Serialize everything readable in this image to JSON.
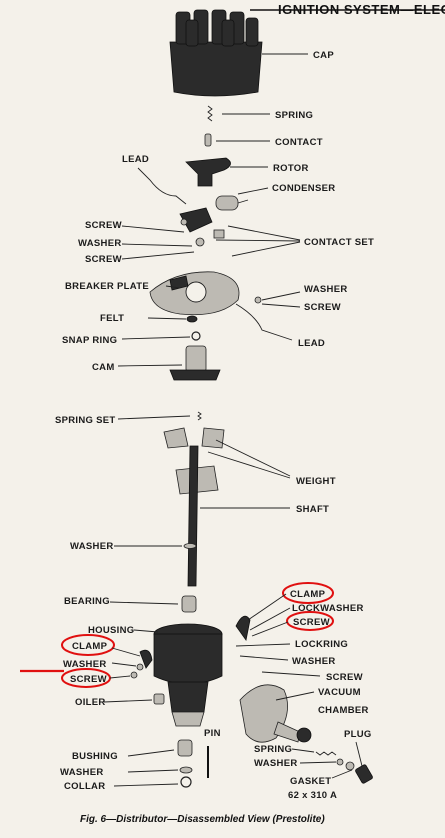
{
  "header": {
    "title": "IGNITION SYSTEM—ELEC"
  },
  "caption": "Fig. 6—Distributor—Disassembled View (Prestolite)",
  "labels": {
    "cap": "CAP",
    "spring_top": "SPRING",
    "contact": "CONTACT",
    "lead_top": "LEAD",
    "rotor": "ROTOR",
    "condenser": "CONDENSER",
    "screw_1": "SCREW",
    "washer_1": "WASHER",
    "contact_set": "CONTACT SET",
    "screw_2": "SCREW",
    "breaker_plate": "BREAKER PLATE",
    "washer_right": "WASHER",
    "screw_right": "SCREW",
    "felt": "FELT",
    "snap_ring": "SNAP RING",
    "lead_right": "LEAD",
    "cam": "CAM",
    "spring_set": "SPRING SET",
    "weight": "WEIGHT",
    "shaft": "SHAFT",
    "washer_shaft": "WASHER",
    "clamp_right": "CLAMP",
    "lockwasher": "LOCKWASHER",
    "screw_right_circled": "SCREW",
    "bearing": "BEARING",
    "housing": "HOUSING",
    "clamp_left": "CLAMP",
    "lockring": "LOCKRING",
    "washer_left": "WASHER",
    "washer_right_low": "WASHER",
    "screw_left_circled": "SCREW",
    "screw_right_low": "SCREW",
    "vacuum": "VACUUM",
    "oiler": "OILER",
    "chamber": "CHAMBER",
    "pin": "PIN",
    "plug": "PLUG",
    "bushing": "BUSHING",
    "spring_low": "SPRING",
    "washer_low": "WASHER",
    "washer_bottom": "WASHER",
    "gasket": "GASKET",
    "gasket_size": "62 x 310 A",
    "collar": "COLLAR"
  },
  "colors": {
    "ink": "#1b1b1b",
    "paper": "#f4f1ea",
    "highlight": "#e01010"
  }
}
